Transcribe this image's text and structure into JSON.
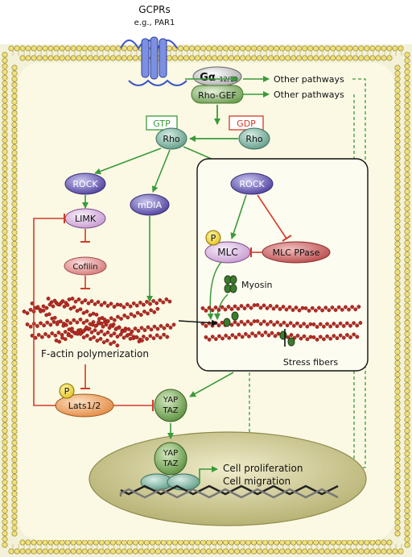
{
  "receptor": {
    "title": "GCPRs",
    "example": "e.g., PAR1"
  },
  "g_protein": {
    "symbol": "Gα",
    "subscript": "12/13"
  },
  "rho_gef": "Rho-GEF",
  "other_pathways_1": "Other pathways",
  "other_pathways_2": "Other pathways",
  "gtp_label": "GTP",
  "gdp_label": "GDP",
  "rho_gtp": "Rho",
  "rho_gdp": "Rho",
  "rock_left": "ROCK",
  "mdia": "mDIA",
  "rock_box": "ROCK",
  "limk": "LIMK",
  "cofilin": "Cofilin",
  "mlc": "MLC",
  "mlc_ppase": "MLC PPase",
  "phospho_p": "P",
  "myosin": "Myosin",
  "factin_label": "F-actin polymerization",
  "stress_fibers": "Stress fibers",
  "lats": "Lats1/2",
  "yap_cyto": {
    "yap": "YAP",
    "taz": "TAZ"
  },
  "yap_nuc": {
    "yap": "YAP",
    "taz": "TAZ"
  },
  "cell_proliferation": "Cell proliferation",
  "cell_migration": "Cell migration",
  "colors": {
    "activation": "#3a9a3a",
    "inhibition": "#d33a2a",
    "cytoplasm": "#fbf9e4",
    "nucleus": "#c9c58c",
    "actin": "#b52b22",
    "membrane_head": "#f0e07a"
  }
}
